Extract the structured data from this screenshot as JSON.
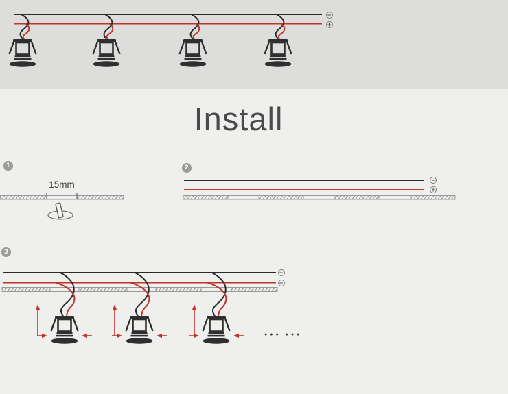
{
  "title": "Install",
  "colors": {
    "bg_top": "#dddddb",
    "bg_main": "#efefed",
    "wire_black": "#2b2b2b",
    "wire_red": "#c2342b",
    "fixture": "#2f2f2f",
    "accent_red": "#c2342b",
    "step_badge": "#9c9c9a",
    "title_color": "#4a4a4a",
    "board_line": "#9a9a9a"
  },
  "top_diagram": {
    "lights": 4,
    "negative": "−",
    "positive": "+"
  },
  "steps": {
    "one": {
      "number": "1",
      "hole_label": "15mm"
    },
    "two": {
      "number": "2",
      "negative": "−",
      "positive": "+"
    },
    "three": {
      "number": "3",
      "negative": "−",
      "positive": "+",
      "more_dots": "●●● ●●●"
    }
  }
}
